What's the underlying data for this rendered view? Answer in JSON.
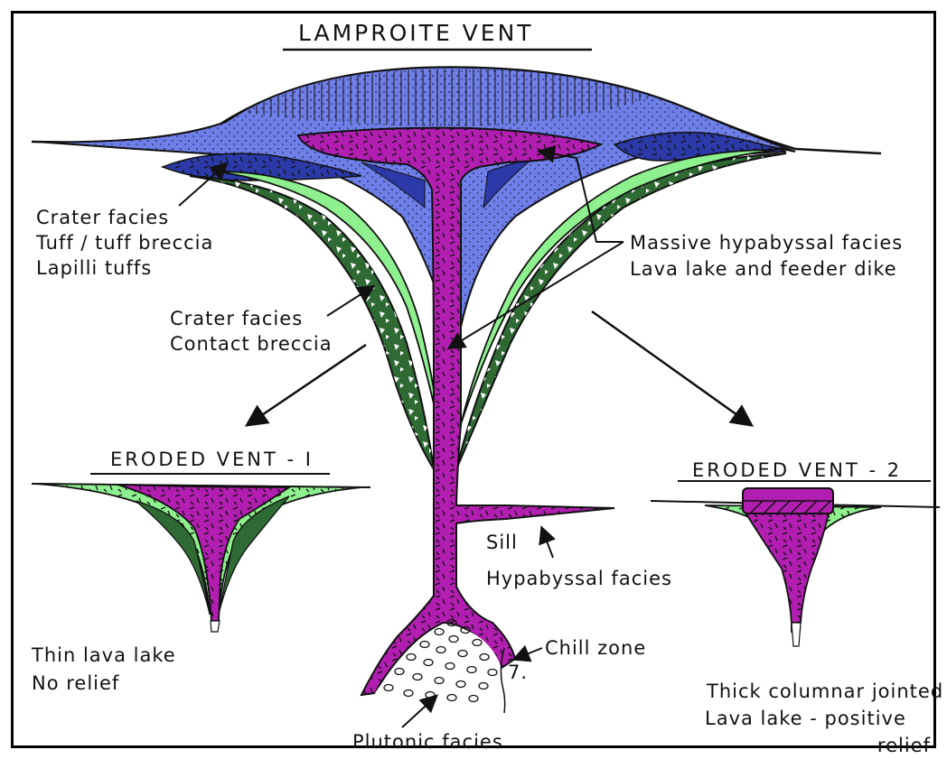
{
  "title": "LAMPROITE VENT",
  "eroded_vent_1": {
    "title": "ERODED VENT - I",
    "note_line1": "Thin lava lake",
    "note_line2": "No relief"
  },
  "eroded_vent_2": {
    "title": "ERODED VENT - 2",
    "note_line1": "Thick columnar jointed",
    "note_line2": "Lava lake - positive",
    "note_line3": "relief"
  },
  "labels": {
    "crater_tuff_1": "Crater facies",
    "crater_tuff_2": "Tuff / tuff breccia",
    "crater_tuff_3": "Lapilli tuffs",
    "crater_contact_1": "Crater facies",
    "crater_contact_2": "Contact breccia",
    "massive_1": "Massive hypabyssal facies",
    "massive_2": "Lava lake and feeder dike",
    "sill_1": "Sill",
    "sill_2": "Hypabyssal facies",
    "chill": "Chill zone",
    "plutonic": "Plutonic facies"
  },
  "colors": {
    "blue": "#6f7fe8",
    "dark_blue": "#2b3aa8",
    "magenta": "#b21eb0",
    "light_green": "#8ef08e",
    "dark_green": "#2f6a35",
    "outline": "#111111"
  }
}
